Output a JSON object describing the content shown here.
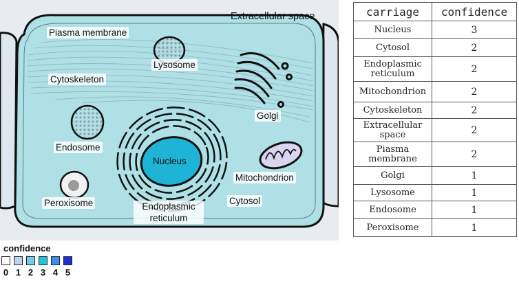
{
  "diagram": {
    "labels": {
      "extracellular_space": "Extracellular space",
      "plasma_membrane": "Piasma membrane",
      "lysosome": "Lysosome",
      "cytoskeleton": "Cytoskeleton",
      "golgi": "Golgi",
      "endosome": "Endosome",
      "nucleus": "Nucleus",
      "mitochondrion": "Mitochondrion",
      "peroxisome": "Peroxisome",
      "endoplasmic_reticulum": "Endoplasmic reticulum",
      "cytosol": "Cytosol"
    },
    "colors": {
      "cell_fill": "#aee0e6",
      "outside_fill": "#e8ecf0",
      "nucleus": "#1fb4d6",
      "mito_fill": "#d9d5f0"
    }
  },
  "legend": {
    "title": "confidence",
    "levels": [
      "0",
      "1",
      "2",
      "3",
      "4",
      "5"
    ],
    "colors": [
      "#ffffff",
      "#bcd5ee",
      "#6fd0e6",
      "#22c4dc",
      "#3d8ee8",
      "#1e2fd8"
    ]
  },
  "table": {
    "headers": [
      "carriage",
      "confidence"
    ],
    "rows": [
      [
        "Nucleus",
        "3"
      ],
      [
        "Cytosol",
        "2"
      ],
      [
        "Endoplasmic reticulum",
        "2"
      ],
      [
        "Mitochondrion",
        "2"
      ],
      [
        "Cytoskeleton",
        "2"
      ],
      [
        "Extracellular space",
        "2"
      ],
      [
        "Piasma membrane",
        "2"
      ],
      [
        "Golgi",
        "1"
      ],
      [
        "Lysosome",
        "1"
      ],
      [
        "Endosome",
        "1"
      ],
      [
        "Peroxisome",
        "1"
      ]
    ]
  }
}
